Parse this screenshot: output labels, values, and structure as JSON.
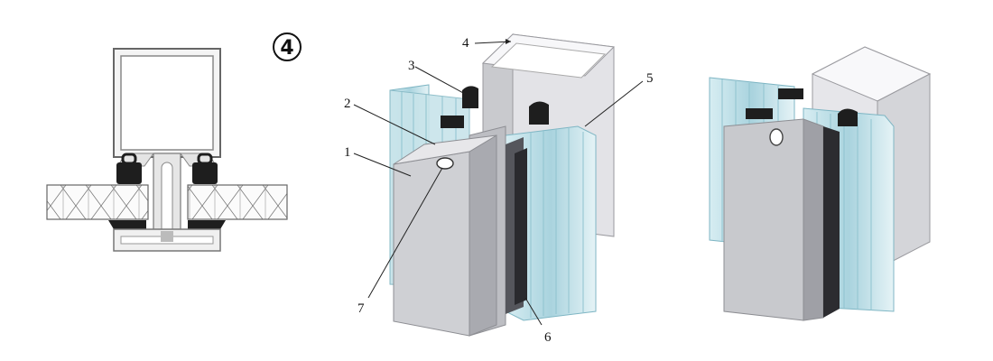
{
  "figure": {
    "step_number": "4",
    "callouts": [
      {
        "id": "c1",
        "text": "1"
      },
      {
        "id": "c2",
        "text": "2"
      },
      {
        "id": "c3",
        "text": "3"
      },
      {
        "id": "c4",
        "text": "4"
      },
      {
        "id": "c5",
        "text": "5"
      },
      {
        "id": "c6",
        "text": "6"
      },
      {
        "id": "c7",
        "text": "7"
      }
    ]
  },
  "colors": {
    "aluminum": "#d8d8dc",
    "aluminum_dark": "#a9aab0",
    "glass": "#bfe0e8",
    "glass_edge": "#7fb6c4",
    "gasket": "#1e1e1e",
    "outline": "#555555"
  }
}
